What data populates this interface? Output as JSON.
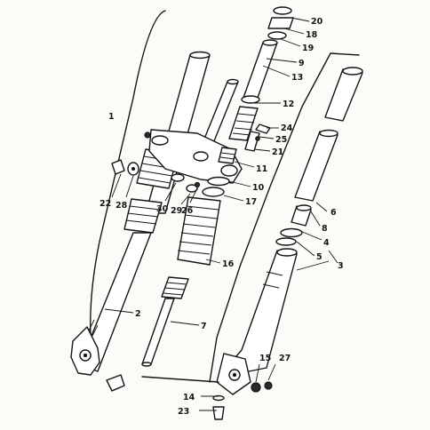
{
  "labels": {
    "l1": "1",
    "l2": "2",
    "l3": "3",
    "l4": "4",
    "l5": "5",
    "l6": "6",
    "l7": "7",
    "l8": "8",
    "l9": "9",
    "l10": "10",
    "l11": "11",
    "l12": "12",
    "l13": "13",
    "l14": "14",
    "l15": "15",
    "l16": "16",
    "l17": "17",
    "l18": "18",
    "l19": "19",
    "l20": "20",
    "l21": "21",
    "l22": "22",
    "l23": "23",
    "l24": "24",
    "l25": "25",
    "l26": "26",
    "l27": "27",
    "l28": "28",
    "l29": "29",
    "l30": "30"
  }
}
